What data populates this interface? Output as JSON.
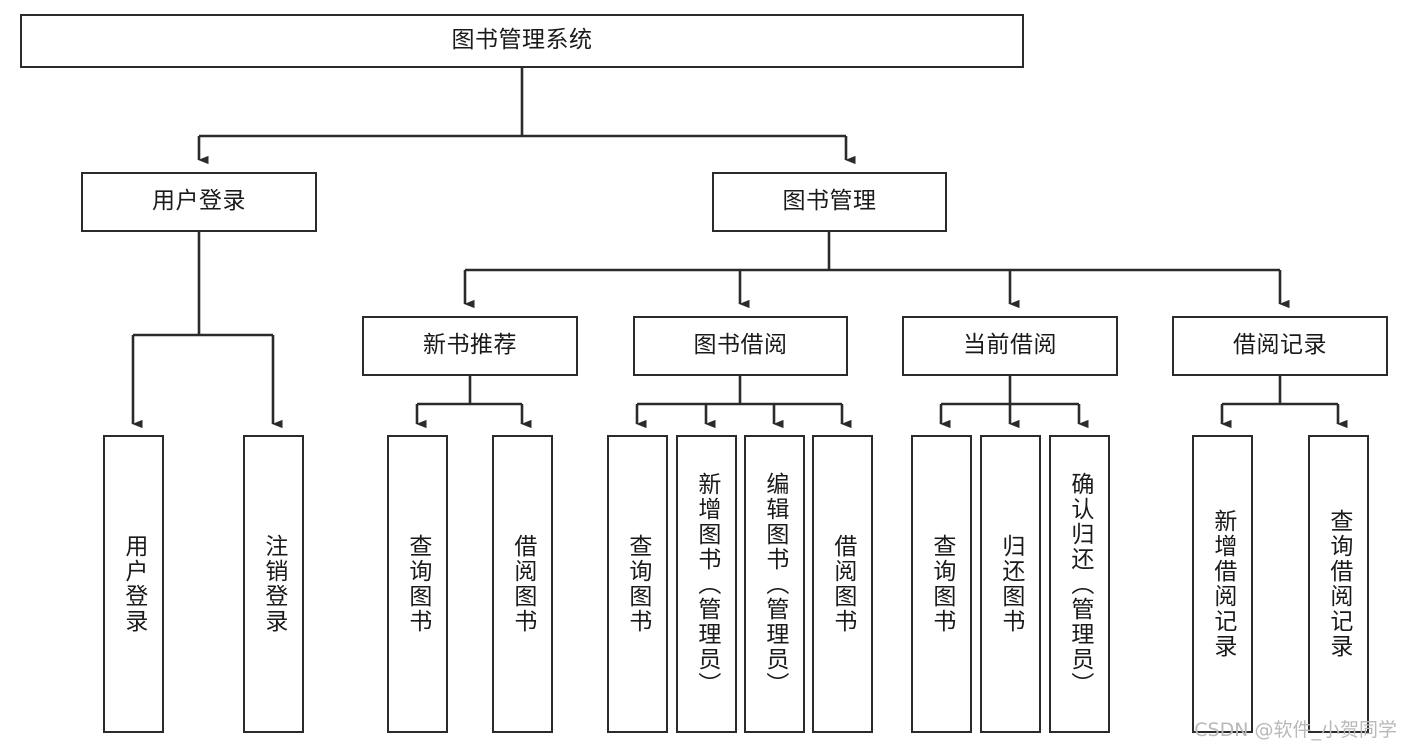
{
  "diagram": {
    "type": "tree",
    "title": "图书管理系统",
    "orientation": "top-down",
    "colors": {
      "box_border": "#2b2b2b",
      "box_fill": "#ffffff",
      "connector": "#2b2b2b",
      "text": "#1a1a1a",
      "watermark": "#b9b9b9"
    },
    "root": {
      "label": "图书管理系统"
    },
    "level2": [
      {
        "label": "用户登录"
      },
      {
        "label": "图书管理"
      }
    ],
    "level3": [
      {
        "label": "新书推荐"
      },
      {
        "label": "图书借阅"
      },
      {
        "label": "当前借阅"
      },
      {
        "label": "借阅记录"
      }
    ],
    "leaves": {
      "user_login": [
        {
          "label": "用户登录"
        },
        {
          "label": "注销登录"
        }
      ],
      "new_book_recommend": [
        {
          "label": "查询图书"
        },
        {
          "label": "借阅图书"
        }
      ],
      "book_borrow": [
        {
          "label": "查询图书"
        },
        {
          "label": "新增图书（管理员）"
        },
        {
          "label": "编辑图书（管理员）"
        },
        {
          "label": "借阅图书"
        }
      ],
      "current_borrow": [
        {
          "label": "查询图书"
        },
        {
          "label": "归还图书"
        },
        {
          "label": "确认归还（管理员）"
        }
      ],
      "borrow_record": [
        {
          "label": "新增借阅记录"
        },
        {
          "label": "查询借阅记录"
        }
      ]
    }
  },
  "watermark": {
    "text": "CSDN @软件_小贺同学"
  }
}
